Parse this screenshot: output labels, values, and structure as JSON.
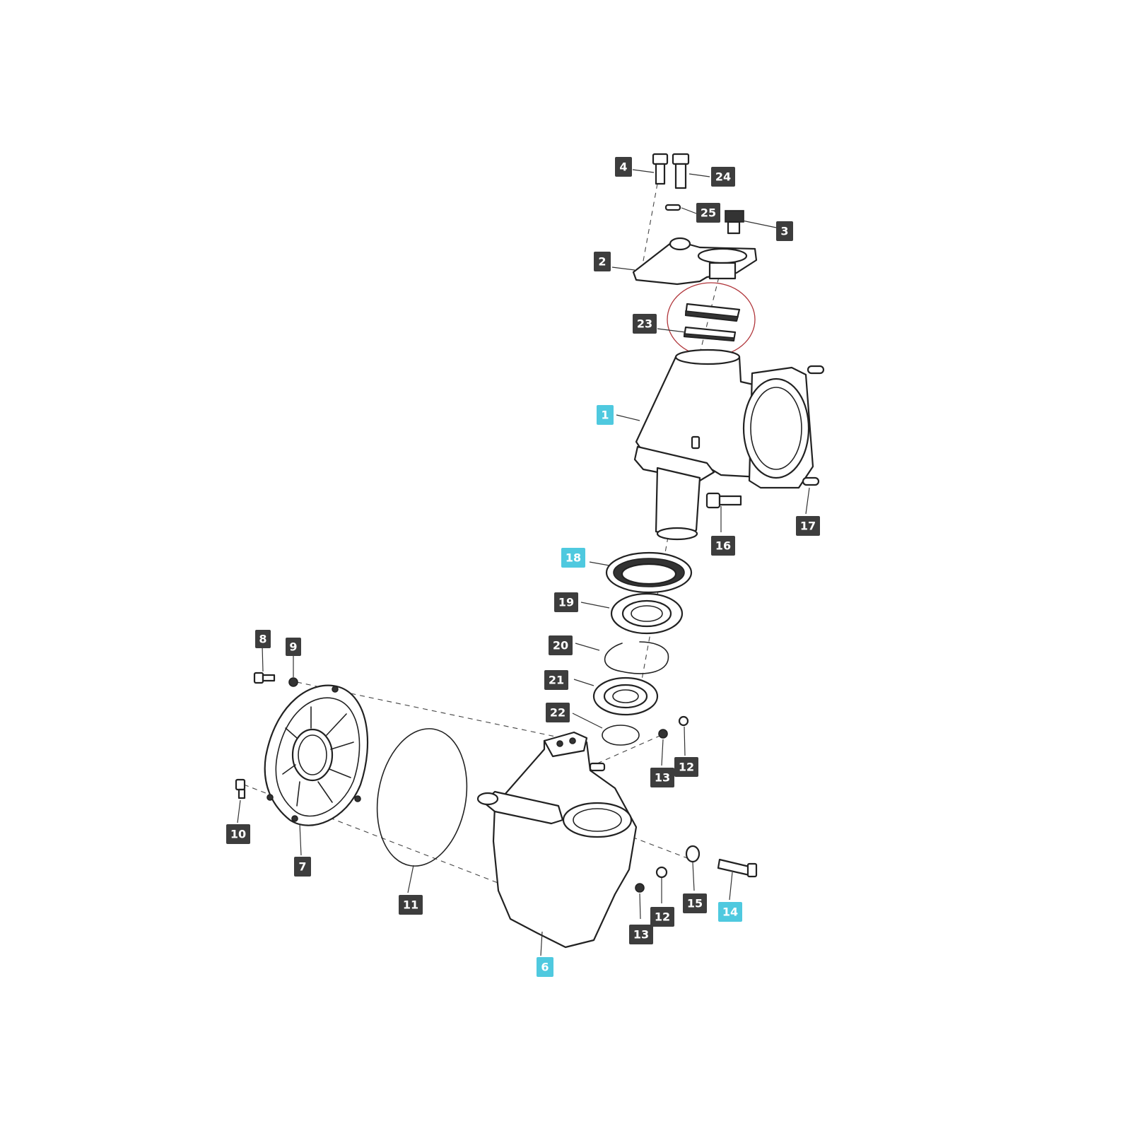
{
  "colors": {
    "label_default_bg": "#3d3d3d",
    "label_default_text": "#ffffff",
    "label_highlight_bg": "#4fc9df",
    "label_highlight_text": "#ffffff",
    "highlight_circle": "#b0353a",
    "line": "#222222"
  },
  "callouts": {
    "c1": "1",
    "c2": "2",
    "c3": "3",
    "c4": "4",
    "c6": "6",
    "c7": "7",
    "c8": "8",
    "c9": "9",
    "c10": "10",
    "c11": "11",
    "c12a": "12",
    "c12b": "12",
    "c13a": "13",
    "c13b": "13",
    "c14": "14",
    "c15": "15",
    "c16": "16",
    "c17": "17",
    "c18": "18",
    "c19": "19",
    "c20": "20",
    "c21": "21",
    "c22": "22",
    "c23": "23",
    "c24": "24",
    "c25": "25"
  },
  "highlighted_callouts": [
    "1",
    "6",
    "14",
    "18"
  ]
}
